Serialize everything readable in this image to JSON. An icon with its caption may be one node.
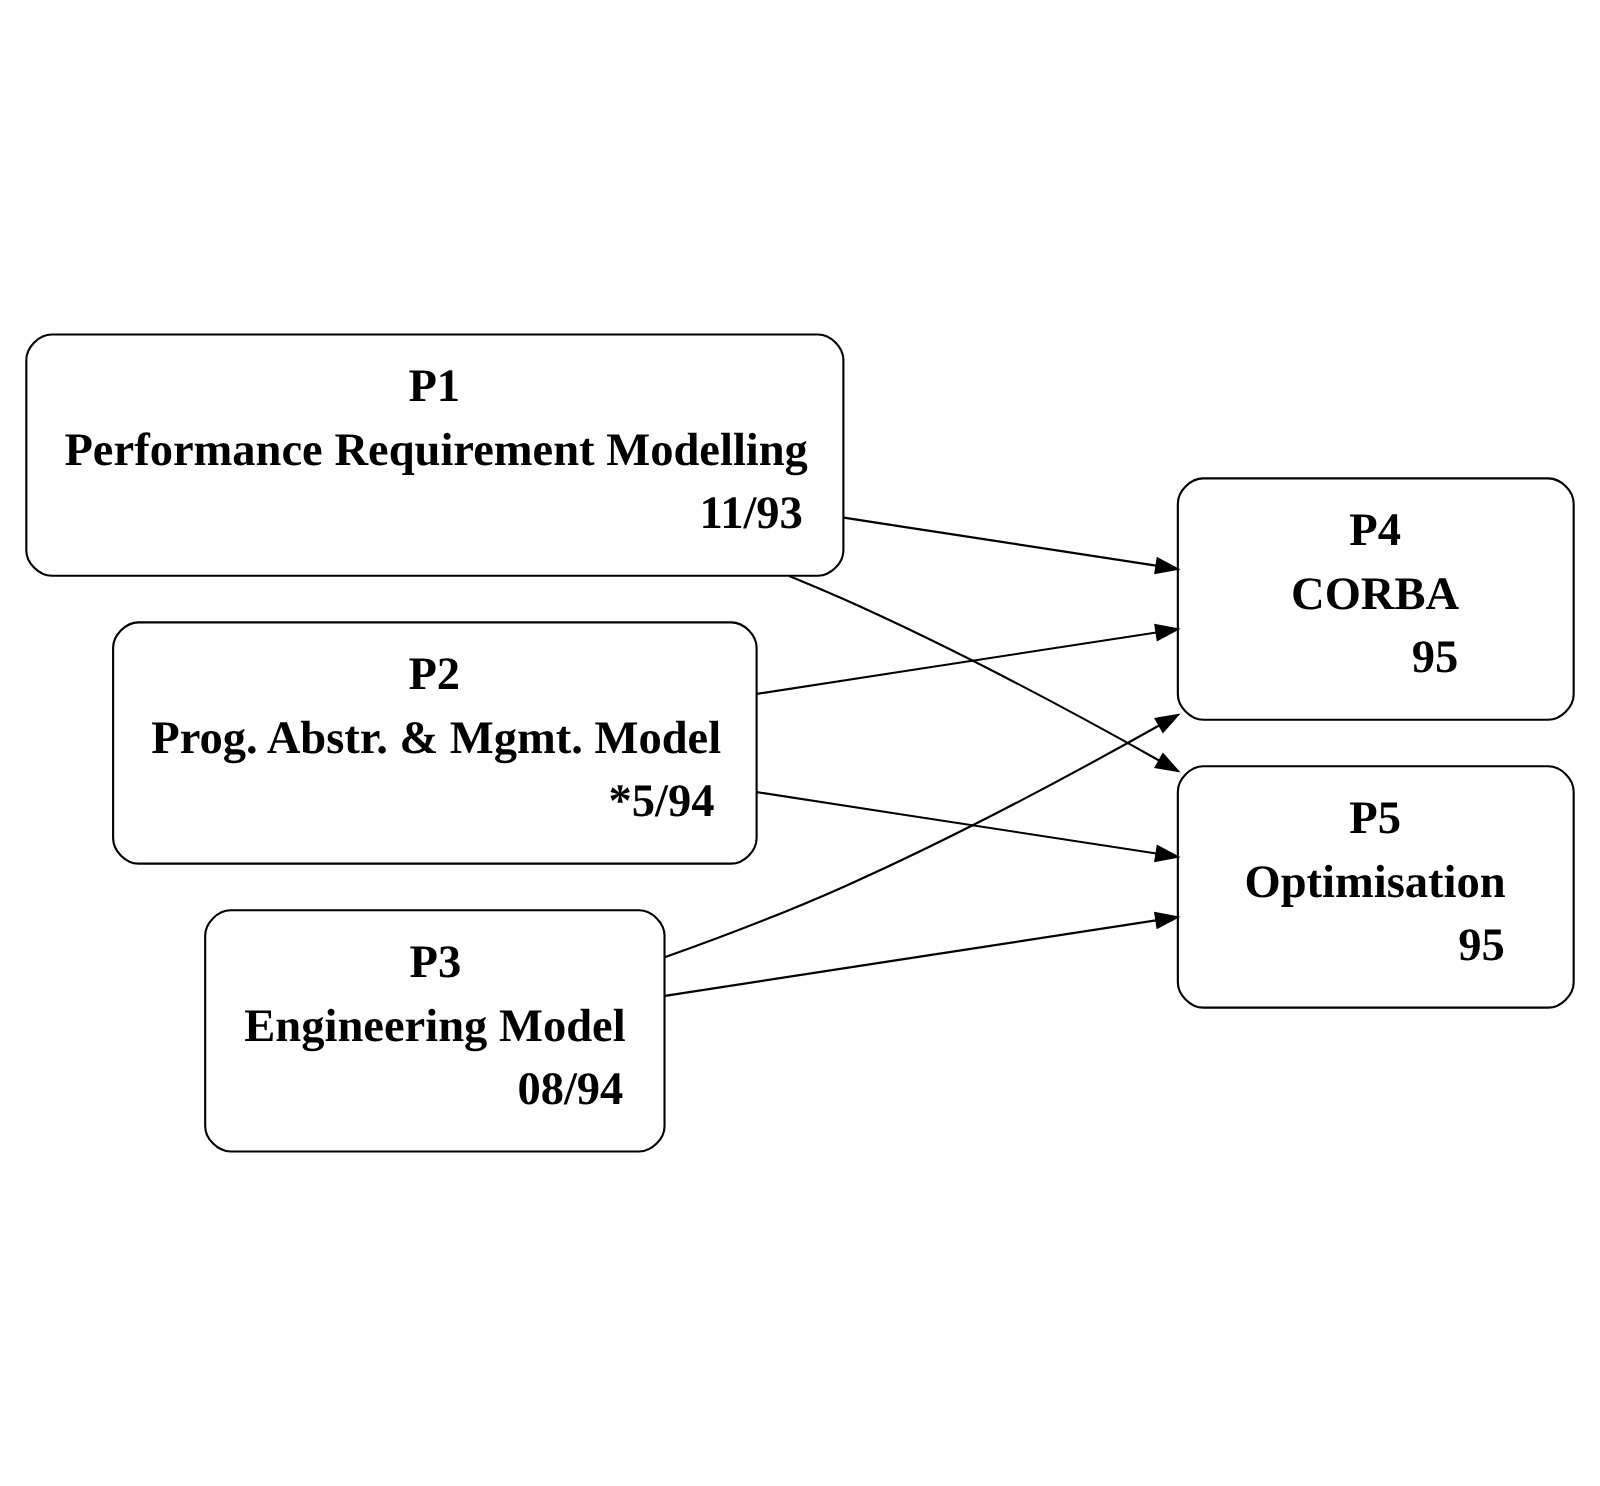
{
  "diagram": {
    "nodes": [
      {
        "text": [
          "P1",
          "Performance Requirement Modelling",
          "11/93"
        ]
      },
      {
        "text": [
          "P2",
          "Prog. Abstr. & Mgmt. Model",
          "*5/94"
        ]
      },
      {
        "text": [
          "P3",
          "Engineering Model",
          "08/94"
        ]
      },
      {
        "text": [
          "P4",
          "CORBA",
          "95"
        ]
      },
      {
        "text": [
          "P5",
          "Optimisation",
          "95"
        ]
      }
    ],
    "edges": [
      {
        "from": 0,
        "to": 3,
        "arrow": "to"
      },
      {
        "from": 0,
        "to": 4,
        "arrow": "to"
      },
      {
        "from": 1,
        "to": 3,
        "arrow": "to"
      },
      {
        "from": 1,
        "to": 4,
        "arrow": "to"
      },
      {
        "from": 2,
        "to": 3,
        "arrow": "to"
      },
      {
        "from": 2,
        "to": 4,
        "arrow": "to"
      }
    ]
  }
}
